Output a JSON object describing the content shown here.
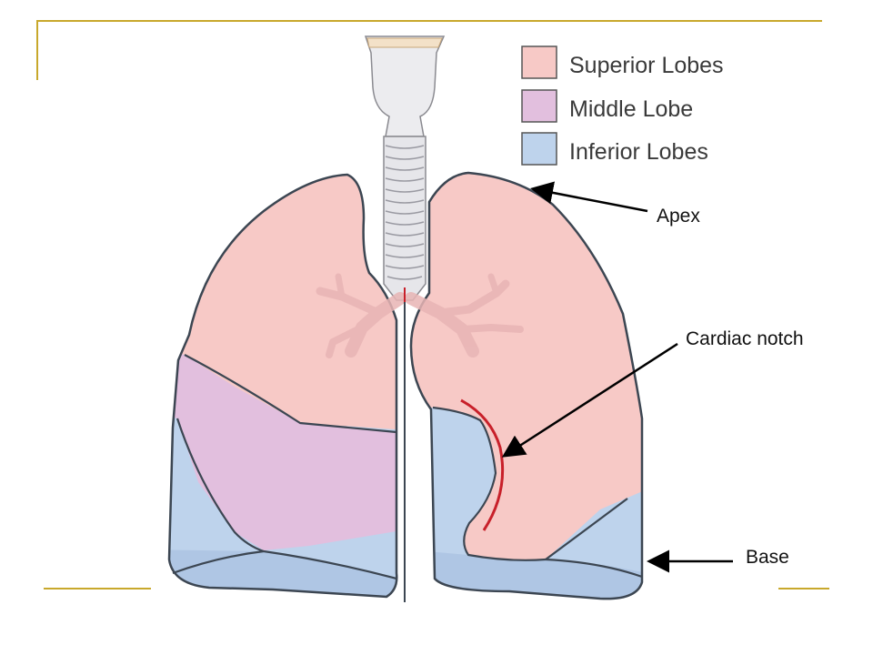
{
  "legend": [
    {
      "label": "Superior Lobes",
      "color": "#f7c9c6"
    },
    {
      "label": "Middle Lobe",
      "color": "#e2bfde"
    },
    {
      "label": "Inferior Lobes",
      "color": "#bed3ec"
    }
  ],
  "callouts": {
    "apex": "Apex",
    "cardiac_notch": "Cardiac notch",
    "base": "Base"
  },
  "colors": {
    "frame_rule": "#c8a82c",
    "outline": "#3c4652",
    "bronchi": "#e8b5b5",
    "notch_line": "#c8202a",
    "trachea": "#e6e6ea"
  }
}
